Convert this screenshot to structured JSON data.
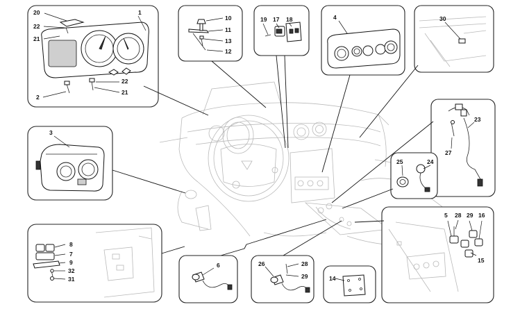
{
  "labels": {
    "cluster_1": "1",
    "cluster_20": "20",
    "cluster_22a": "22",
    "cluster_21a": "21",
    "cluster_2": "2",
    "cluster_22b": "22",
    "cluster_21b": "21",
    "sensor_10": "10",
    "sensor_11": "11",
    "sensor_13": "13",
    "sensor_12": "12",
    "switch_19": "19",
    "switch_17": "17",
    "switch_18": "18",
    "climate_4": "4",
    "glove_30": "30",
    "light_3": "3",
    "harness_23": "23",
    "harness_27": "27",
    "ign_25": "25",
    "ign_24": "24",
    "btn_5": "5",
    "btn_28": "28",
    "btn_29": "29",
    "btn_16": "16",
    "btn_15": "15",
    "console_8": "8",
    "console_7": "7",
    "console_9": "9",
    "console_32": "32",
    "console_31": "31",
    "sensor_6": "6",
    "probe_26": "26",
    "probe_28": "28",
    "probe_29": "29",
    "plate_14": "14"
  }
}
